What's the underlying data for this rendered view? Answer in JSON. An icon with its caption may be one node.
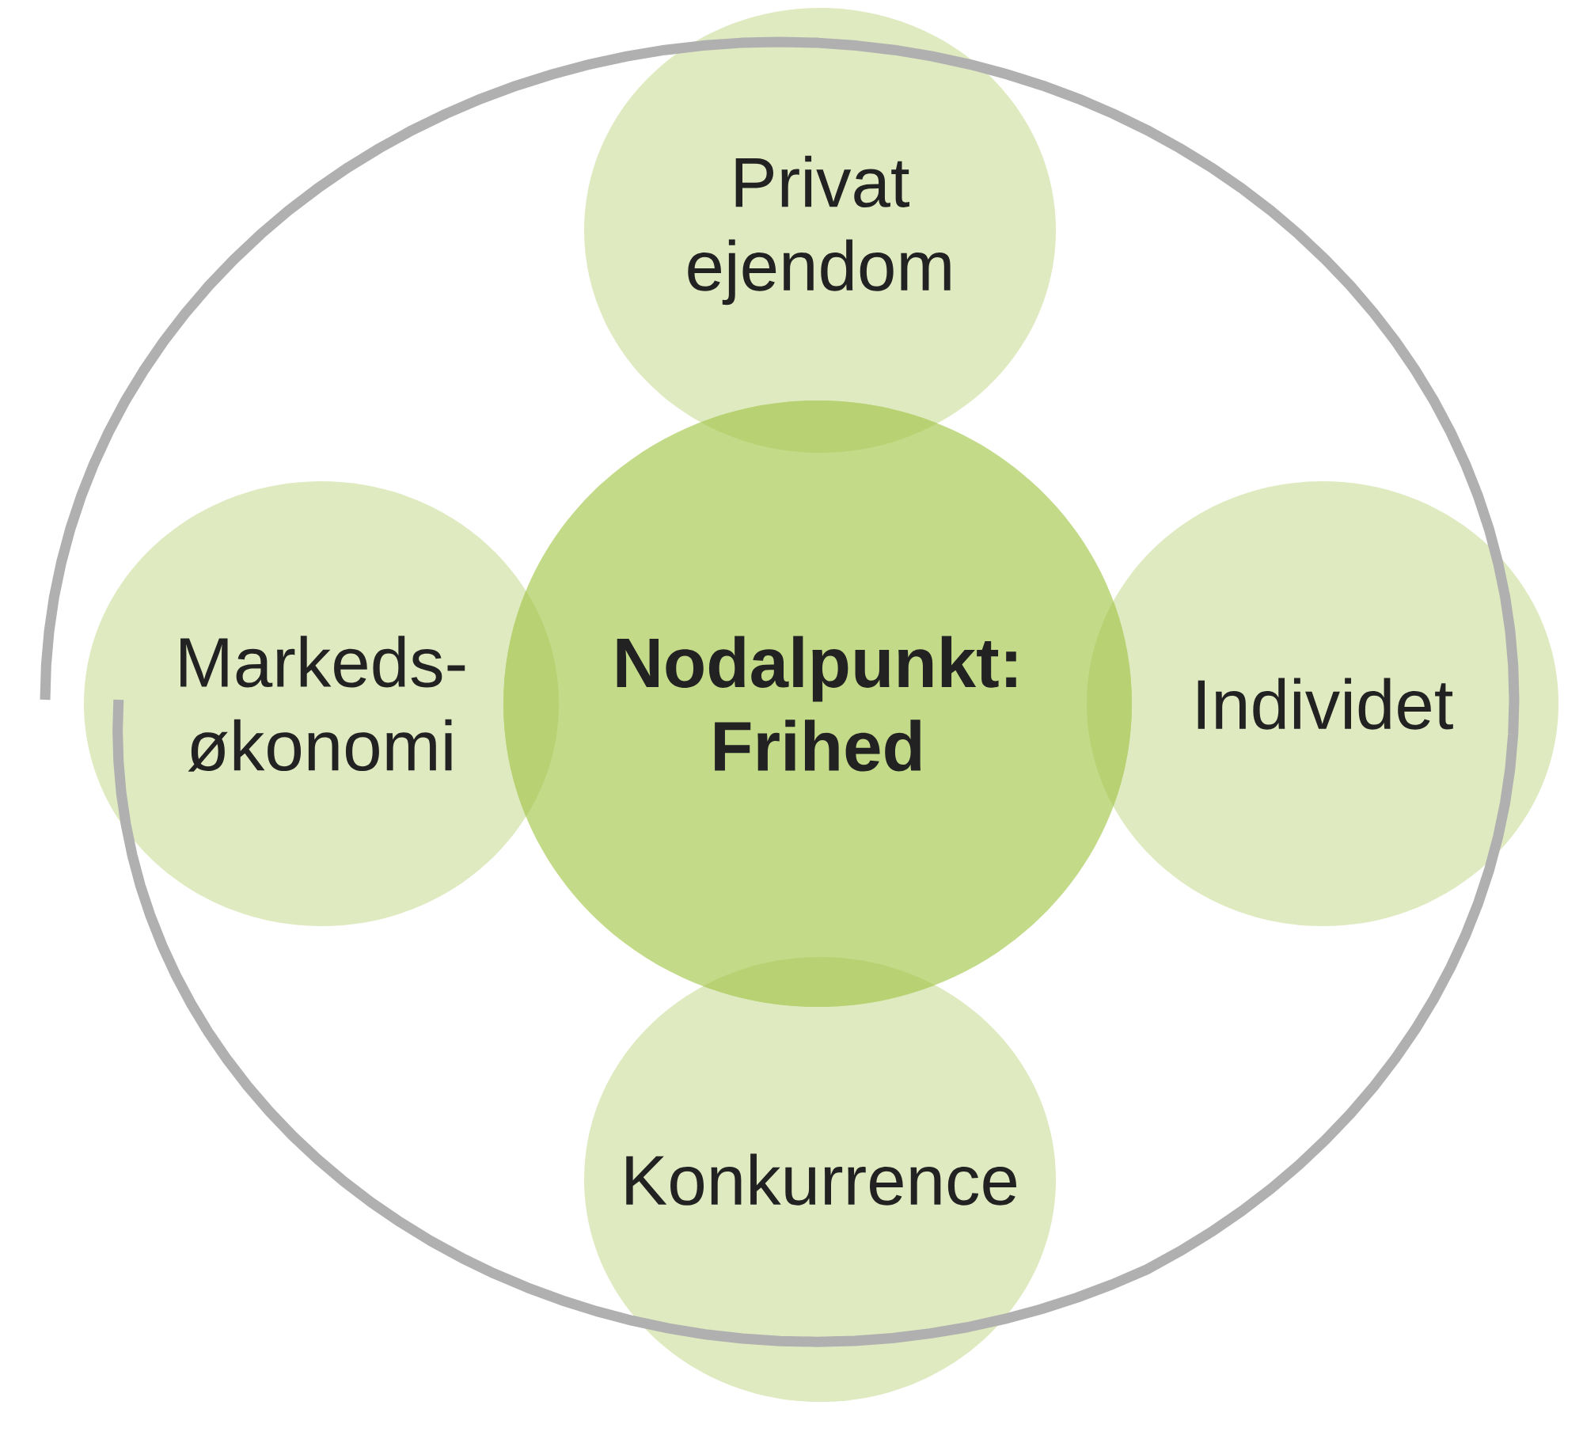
{
  "diagram": {
    "nodes": [
      {
        "text": [
          "Privat ejendom"
        ]
      },
      {
        "text": [
          "Markeds-økonomi"
        ]
      },
      {
        "text": [
          "Nodalpunkt: Frihed"
        ]
      },
      {
        "text": [
          "Individet"
        ]
      },
      {
        "text": [
          "Konkurrence"
        ]
      }
    ]
  }
}
